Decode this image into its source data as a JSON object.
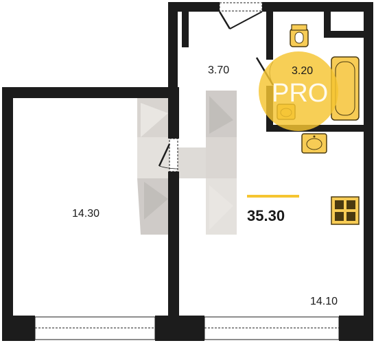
{
  "rooms": [
    {
      "id": "hall",
      "area": "3.70"
    },
    {
      "id": "bathroom",
      "area": "3.20"
    },
    {
      "id": "bedroom",
      "area": "14.30"
    },
    {
      "id": "kitchen-living",
      "area": "14.10"
    }
  ],
  "total_area": "35.30",
  "watermark": {
    "text": "PRO",
    "color": "#f5c531"
  },
  "colors": {
    "wall": "#1c1c1c",
    "fixture_outline": "#4a3a10",
    "fixture_fill": "#f7cc55",
    "accent": "#f5c531",
    "logo_gray": "#a8a29c"
  },
  "icons": [
    "door-swing-icon",
    "toilet-icon",
    "sink-icon",
    "bathtub-icon",
    "stove-icon",
    "window-icon",
    "watermark-logo-icon"
  ]
}
